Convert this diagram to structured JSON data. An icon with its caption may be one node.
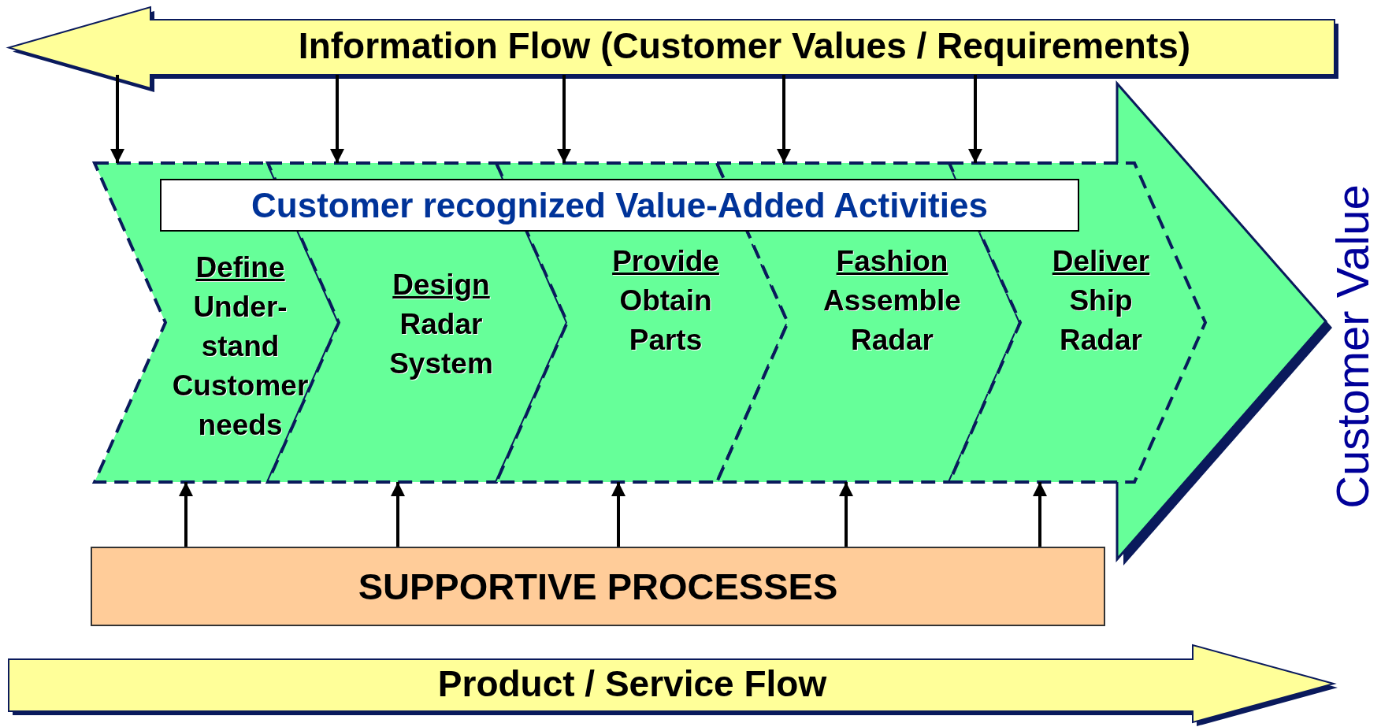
{
  "diagram": {
    "nodes": [
      {
        "text": [
          "Information Flow (Customer Values / Requirements)"
        ]
      },
      {
        "text": [
          "Customer recognized Value-Added Activities"
        ]
      },
      {
        "text": [
          "Define",
          "Under- stand Customer needs"
        ]
      },
      {
        "text": [
          "Design",
          "Radar System"
        ]
      },
      {
        "text": [
          "Provide",
          "Obtain Parts"
        ]
      },
      {
        "text": [
          "Fashion",
          "Assemble Radar"
        ]
      },
      {
        "text": [
          "Deliver",
          "Ship Radar"
        ]
      },
      {
        "text": [
          "SUPPORTIVE PROCESSES"
        ]
      },
      {
        "text": [
          "Product / Service Flow"
        ]
      }
    ],
    "edges": [
      {
        "from": 0,
        "to": 2,
        "arrow": "to"
      },
      {
        "from": 0,
        "to": 3,
        "arrow": "to"
      },
      {
        "from": 0,
        "to": 4,
        "arrow": "to"
      },
      {
        "from": 0,
        "to": 5,
        "arrow": "to"
      },
      {
        "from": 0,
        "to": 6,
        "arrow": "to"
      },
      {
        "from": 7,
        "to": 2,
        "arrow": "to"
      },
      {
        "from": 7,
        "to": 3,
        "arrow": "to"
      },
      {
        "from": 7,
        "to": 4,
        "arrow": "to"
      },
      {
        "from": 7,
        "to": 5,
        "arrow": "to"
      },
      {
        "from": 7,
        "to": 6,
        "arrow": "to"
      }
    ],
    "labels": [
      "Customer Value"
    ]
  }
}
